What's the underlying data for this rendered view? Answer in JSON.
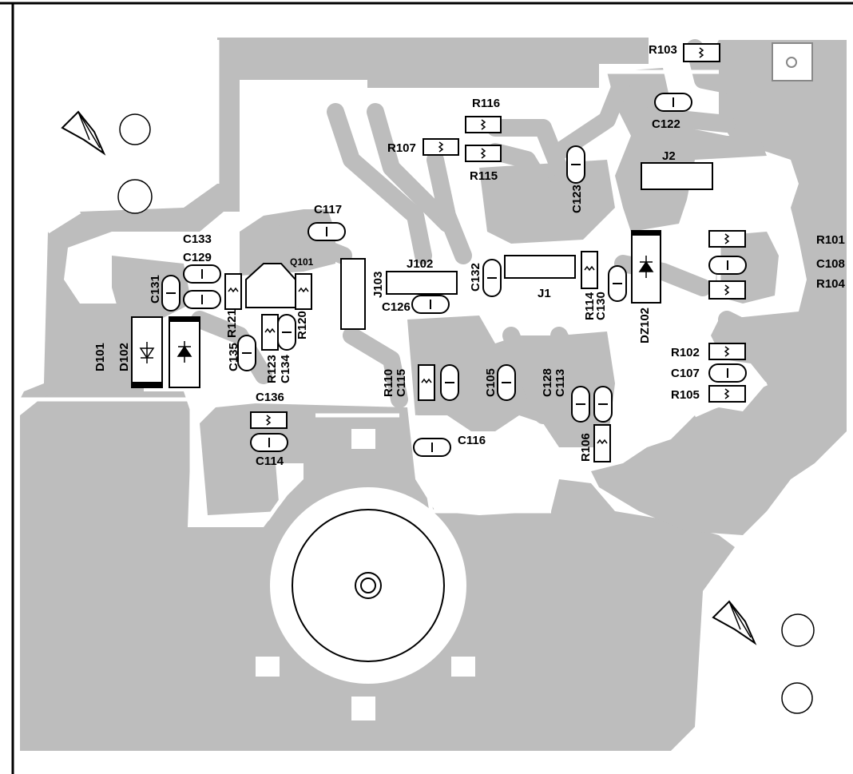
{
  "labels": {
    "R103": "R103",
    "R116": "R116",
    "R107": "R107",
    "R115": "R115",
    "C122": "C122",
    "J2": "J2",
    "C123": "C123",
    "C117": "C117",
    "C133": "C133",
    "C129": "C129",
    "Q101": "Q101",
    "J102": "J102",
    "J103": "J103",
    "C132": "C132",
    "J1": "J1",
    "R101": "R101",
    "C108": "C108",
    "R104": "R104",
    "C131": "C131",
    "R121": "R121",
    "R120": "R120",
    "C126": "C126",
    "R114": "R114",
    "C130": "C130",
    "DZ102": "DZ102",
    "D101": "D101",
    "D102": "D102",
    "C135": "C135",
    "R123": "R123",
    "C134": "C134",
    "R102": "R102",
    "C107": "C107",
    "R105": "R105",
    "R110": "R110",
    "C115": "C115",
    "C105": "C105",
    "C128": "C128",
    "C113": "C113",
    "C136": "C136",
    "C116": "C116",
    "R106": "R106",
    "C114": "C114"
  }
}
